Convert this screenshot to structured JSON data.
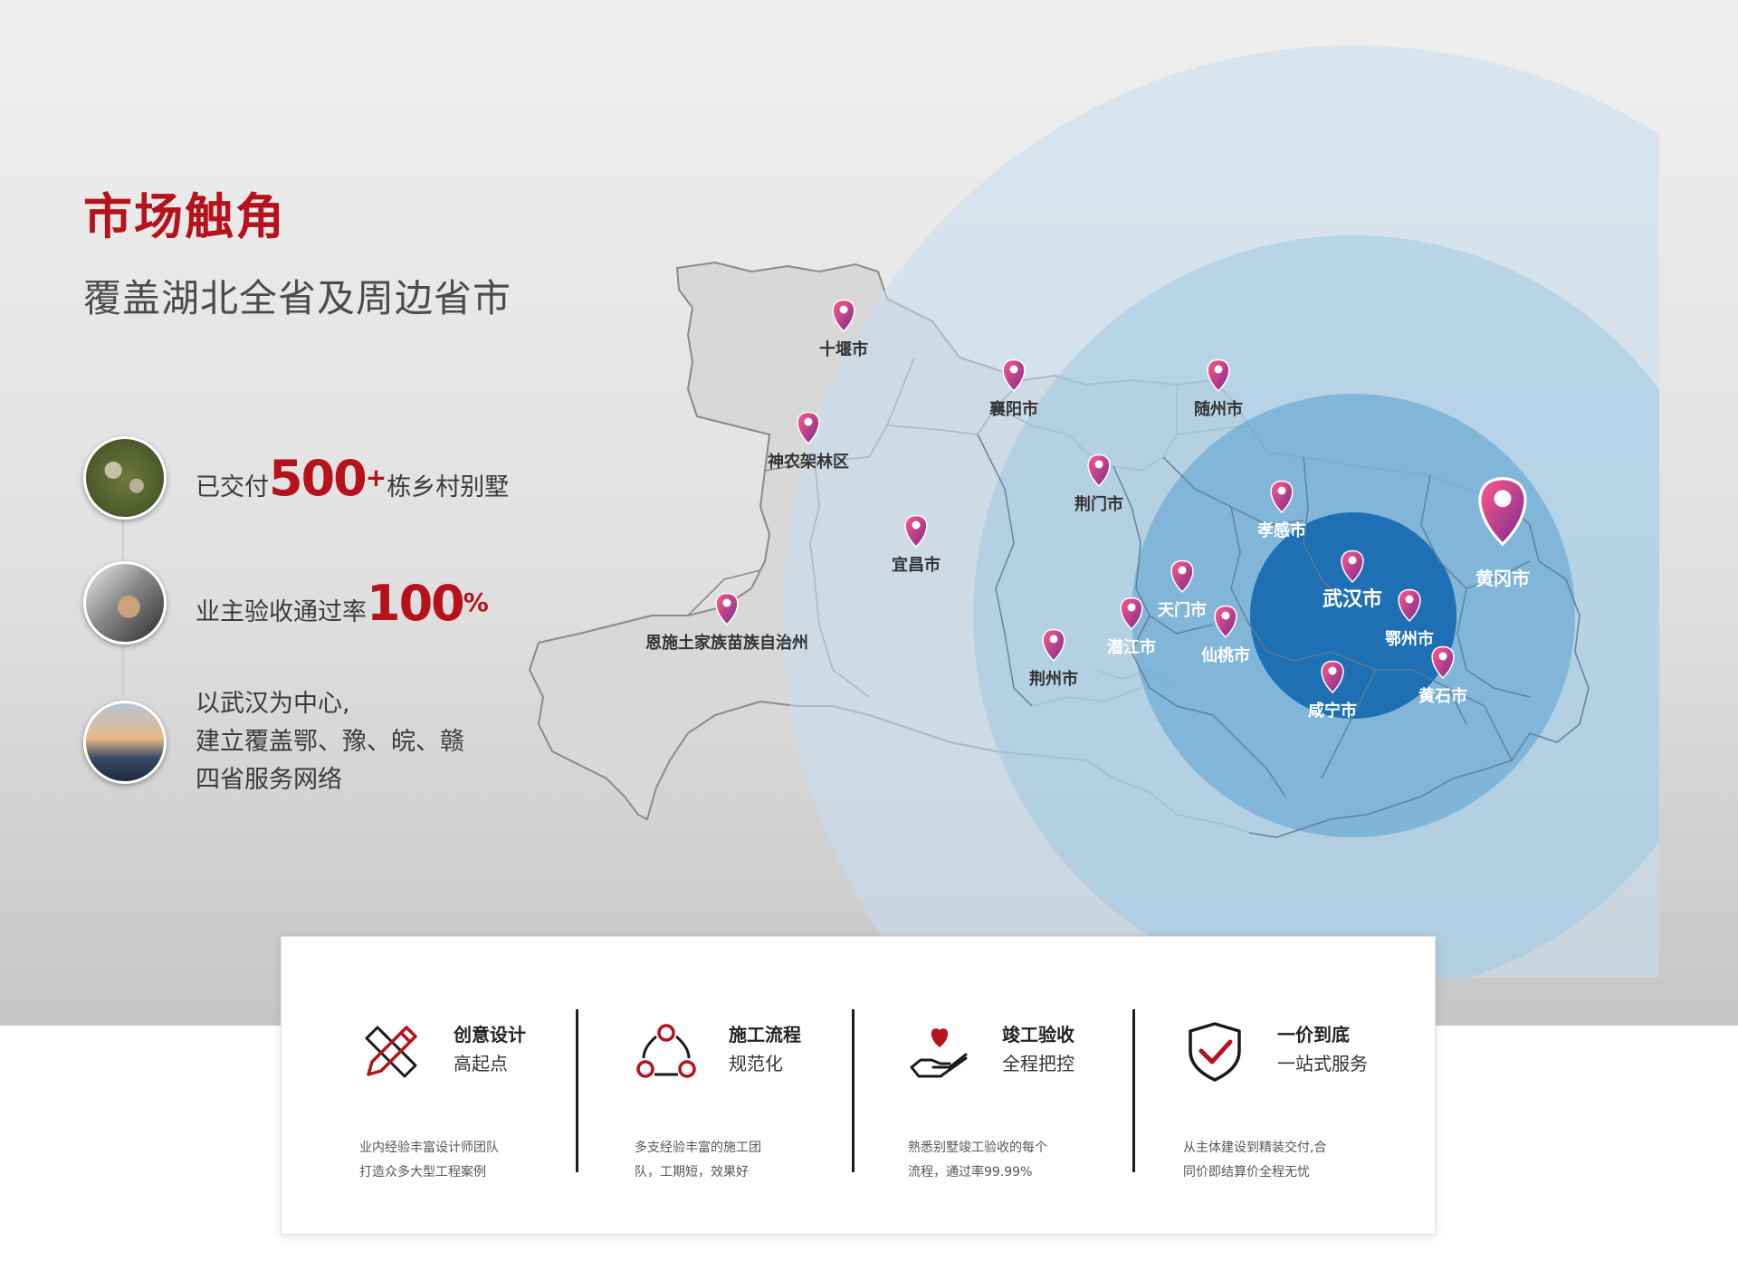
{
  "header": {
    "title": "市场触角",
    "subtitle": "覆盖湖北全省及周边省市"
  },
  "features": [
    {
      "prefix": "已交付",
      "number": "500",
      "sup": "+",
      "suffix": "栋乡村别墅"
    },
    {
      "prefix": "业主验收通过率",
      "number": "100",
      "sup": "%"
    },
    {
      "lines": [
        "以武汉为中心,",
        "建立覆盖鄂、豫、皖、赣",
        "四省服务网络"
      ]
    }
  ],
  "map": {
    "cities": [
      {
        "id": "shiyan",
        "label": "十堰市"
      },
      {
        "id": "xiangyang",
        "label": "襄阳市"
      },
      {
        "id": "suizhou",
        "label": "随州市"
      },
      {
        "id": "shennongjia",
        "label": "神农架林区"
      },
      {
        "id": "jingmen",
        "label": "荆门市"
      },
      {
        "id": "xiaogan",
        "label": "孝感市"
      },
      {
        "id": "yichang",
        "label": "宜昌市"
      },
      {
        "id": "huanggang",
        "label": "黄冈市"
      },
      {
        "id": "wuhan",
        "label": "武汉市"
      },
      {
        "id": "tianmen",
        "label": "天门市"
      },
      {
        "id": "enshi",
        "label": "恩施土家族苗族自治州"
      },
      {
        "id": "qianjiang",
        "label": "潜江市"
      },
      {
        "id": "xiantao",
        "label": "仙桃市"
      },
      {
        "id": "ezhou",
        "label": "鄂州市"
      },
      {
        "id": "jingzhou",
        "label": "荆州市"
      },
      {
        "id": "huangshi",
        "label": "黄石市"
      },
      {
        "id": "xianning",
        "label": "咸宁市"
      }
    ],
    "colors": {
      "pin": "#e0306b",
      "pin_dark": "#6a2a8a",
      "core": "#1467b0",
      "ring1": "#5fa3d0",
      "ring2": "#9ec8e3",
      "ring3": "#c9dfee"
    }
  },
  "services": [
    {
      "icon": "ruler-pencil-icon",
      "title": "创意设计",
      "sub": "高起点",
      "desc": [
        "业内经验丰富设计师团队",
        "打造众多大型工程案例"
      ]
    },
    {
      "icon": "process-cycle-icon",
      "title": "施工流程",
      "sub": "规范化",
      "desc": [
        "多支经验丰富的施工团",
        "队，工期短，效果好"
      ]
    },
    {
      "icon": "hand-heart-icon",
      "title": "竣工验收",
      "sub": "全程把控",
      "desc": [
        "熟悉别墅竣工验收的每个",
        "流程，通过率99.99%"
      ]
    },
    {
      "icon": "shield-check-icon",
      "title": "一价到底",
      "sub": "一站式服务",
      "desc": [
        "从主体建设到精装交付,合",
        "同价即结算价全程无忧"
      ]
    }
  ]
}
